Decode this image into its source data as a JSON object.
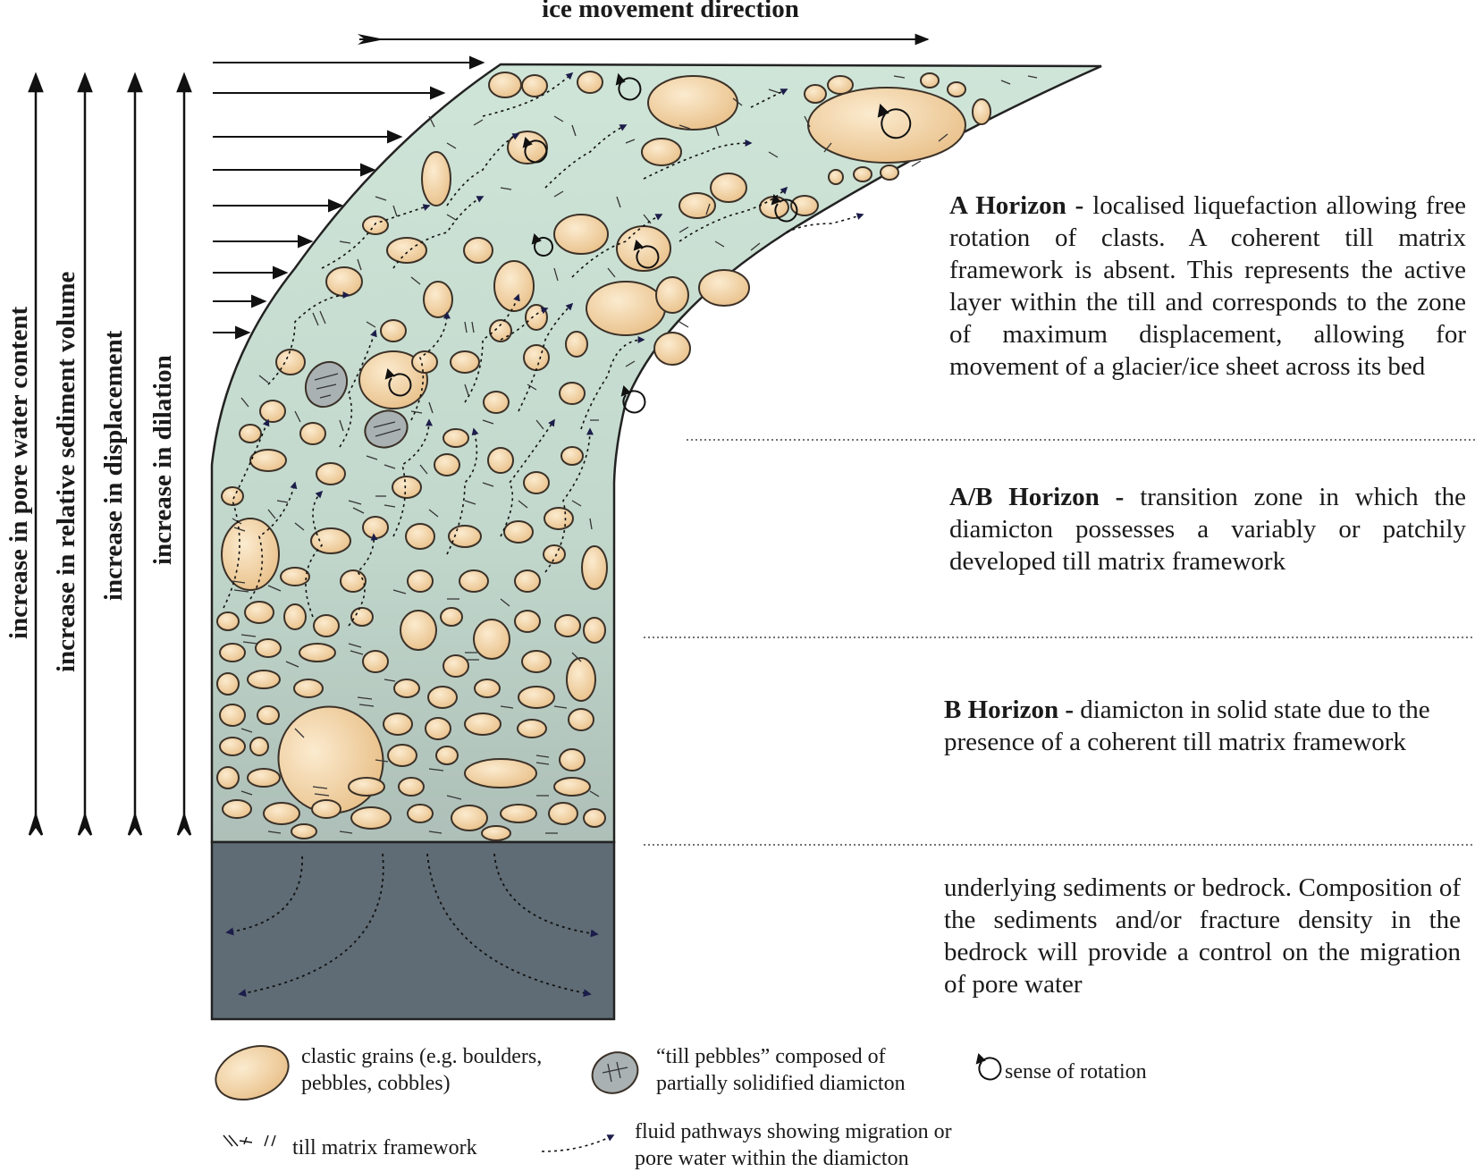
{
  "title": "ice movement direction",
  "gradient_labels": [
    "increase in pore water content",
    "increase in relative sediment volume",
    "increase in displacement",
    "increase in dilation"
  ],
  "horizons": [
    {
      "name": "A Horizon -",
      "text": "localised liquefaction allowing free rotation of clasts. A coherent till matrix framework is absent. This represents the active layer within the till and corresponds to the zone of maximum displacement, allowing for movement of a glacier/ice sheet across its bed"
    },
    {
      "name": "A/B Horizon -",
      "text": "transition zone in which the diamicton possesses a variably or patchily developed till matrix framework"
    },
    {
      "name": "B Horizon -",
      "text": "diamicton in solid state due to the presence of a coherent till matrix framework"
    },
    {
      "name": "",
      "text": "underlying sediments or bedrock. Composition of the sediments and/or fracture density in the bedrock will provide a control on the migration of pore water"
    }
  ],
  "legend": {
    "clastic": "clastic grains (e.g. boulders, pebbles, cobbles)",
    "till_pebbles": "“till pebbles” composed of partially solidified diamicton",
    "rotation": "sense of rotation",
    "matrix": "till matrix framework",
    "fluid": "fluid pathways showing migration or pore water within the diamicton"
  },
  "colors": {
    "till": "#cfe3d6",
    "bedrock": "#5f6c75",
    "clast_fill": "#f2d2a2",
    "clast_stroke": "#3b3128",
    "till_pebble": "#a9b1b2",
    "arrow_head": "#1c1d4a"
  }
}
